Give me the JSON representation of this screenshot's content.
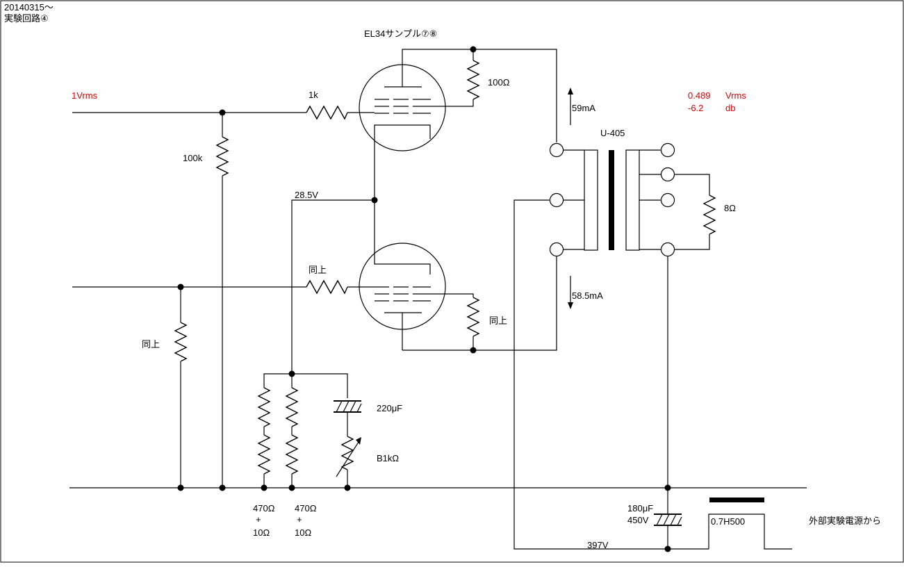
{
  "header": {
    "date": "20140315～",
    "subtitle": "実験回路④"
  },
  "tube": {
    "title": "EL34サンプル⑦⑧"
  },
  "input": {
    "level": "1Vrms"
  },
  "output": {
    "level_value": "0.489",
    "level_unit": "Vrms",
    "gain_value": "-6.2",
    "gain_unit": "db"
  },
  "components": {
    "grid_resistor": "1k",
    "grid_leak": "100k",
    "screen_resistor": "100Ω",
    "same_1": "同上",
    "same_2": "同上",
    "same_3": "同上",
    "cathode_voltage": "28.5V",
    "cap_cathode": "220μF",
    "var_resistor": "B1kΩ",
    "r1_line1": "470Ω",
    "r1_line2": "+",
    "r1_line3": "10Ω",
    "r2_line1": "470Ω",
    "r2_line2": "+",
    "r2_line3": "10Ω",
    "current_top": "59mA",
    "current_bottom": "58.5mA",
    "transformer": "U-405",
    "load": "8Ω",
    "cap_supply_value": "180μF",
    "cap_supply_voltage": "450V",
    "supply_voltage": "397V",
    "choke": "0.7H500",
    "external_supply": "外部実験電源から"
  }
}
